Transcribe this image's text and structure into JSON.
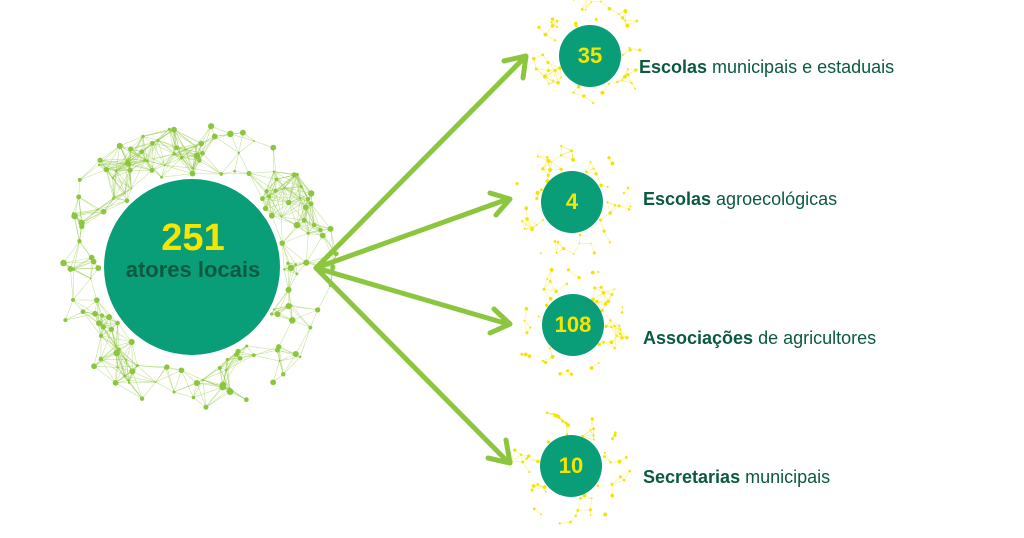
{
  "colors": {
    "circle": "#0a9e78",
    "number": "#f4e600",
    "hub_label": "#0b5a3e",
    "arrow": "#8cc63f",
    "hub_network": "#8cc63f",
    "node_network": "#f2e400",
    "node_text_bold": "#0b5a3e",
    "node_text": "#0b5a3e"
  },
  "hub": {
    "number": "251",
    "label": "atores locais"
  },
  "nodes": [
    {
      "number": "35",
      "bold": "Escolas",
      "rest": " municipais e estaduais"
    },
    {
      "number": "4",
      "bold": "Escolas",
      "rest": " agroecológicas"
    },
    {
      "number": "108",
      "bold": "Associações",
      "rest": " de agricultores"
    },
    {
      "number": "10",
      "bold": "Secretarias",
      "rest": " municipais"
    }
  ]
}
